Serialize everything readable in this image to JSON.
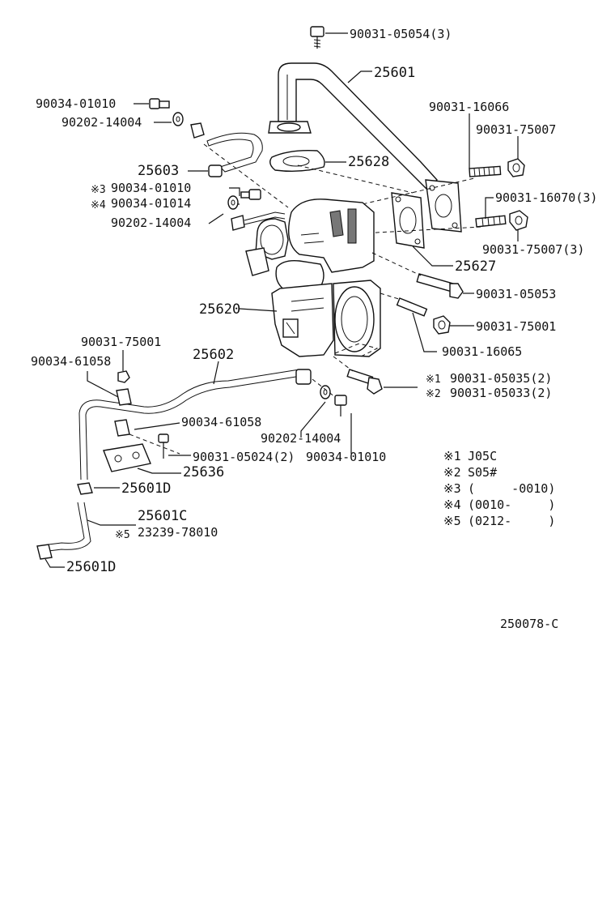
{
  "labels": {
    "p_9003105054_3": "90031-05054(3)",
    "p_25601": "25601",
    "p_9003401010_a": "90034-01010",
    "p_9020214004_a": "90202-14004",
    "p_9003116066": "90031-16066",
    "p_9003175007": "90031-75007",
    "p_25628": "25628",
    "p_25603": "25603",
    "mark_3": "※3",
    "p_9003401010_b": "90034-01010",
    "mark_4": "※4",
    "p_9003401014": "90034-01014",
    "p_9020214004_b": "90202-14004",
    "p_9003116070_3": "90031-16070(3)",
    "p_9003175007_3": "90031-75007(3)",
    "p_25627": "25627",
    "p_9003105053": "90031-05053",
    "p_25620": "25620",
    "p_9003175001_r": "90031-75001",
    "p_9003116065": "90031-16065",
    "p_9003175001_l": "90031-75001",
    "p_9003461058_a": "90034-61058",
    "p_25602": "25602",
    "mark_1": "※1",
    "p_9003105035_2": "90031-05035(2)",
    "mark_2": "※2",
    "p_9003105033_2": "90031-05033(2)",
    "p_9003461058_b": "90034-61058",
    "p_9020214004_c": "90202-14004",
    "p_9003105024_2": "90031-05024(2)",
    "p_9003401010_c": "90034-01010",
    "p_25636": "25636",
    "p_25601D_a": "25601D",
    "p_25601C": "25601C",
    "mark_5": "※5",
    "p_2323978010": "23239-78010",
    "p_25601D_b": "25601D"
  },
  "legend": [
    {
      "mark": "※1",
      "text": "J05C"
    },
    {
      "mark": "※2",
      "text": "S05#"
    },
    {
      "mark": "※3",
      "text": "(     -0010)"
    },
    {
      "mark": "※4",
      "text": "(0010-     )"
    },
    {
      "mark": "※5",
      "text": "(0212-     )"
    }
  ],
  "figure_code": "250078-C"
}
